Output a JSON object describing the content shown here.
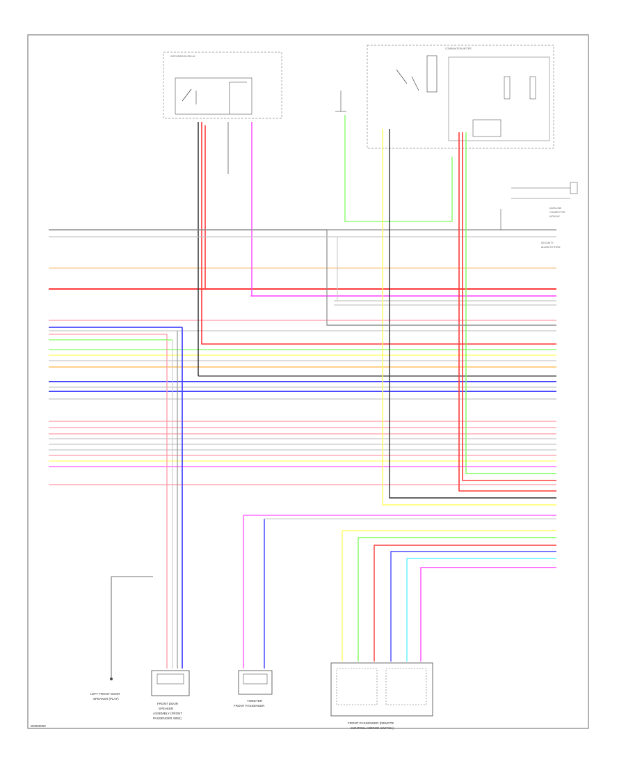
{
  "diagram": {
    "footer_code": "W0000000",
    "components": {
      "bottom_left_caption": [
        "LEFT FRONT DOOR",
        "SPEAKER (PLAY)"
      ],
      "speaker_assembly_caption": [
        "FRONT DOOR",
        "SPEAKER",
        "ASSEMBLY (FRONT",
        "PASSENGER SIDE)"
      ],
      "tweeter_caption": [
        "TWEETER",
        "FRONT PASSENGER"
      ],
      "bottom_module_caption": [
        "FRONT PASSENGER (REMOTE",
        "CONTROL MIRROR SWITCH)"
      ],
      "top_left_box_caption": "INTEGRATION RELAY",
      "top_right_box_caption": "COMBINATION METER",
      "right_side_caption": [
        "DATA LINK",
        "CONNECTOR",
        "MODULE"
      ],
      "right_side_caption2": [
        "SECURITY",
        "ALARM SYSTEM"
      ]
    }
  },
  "colors": {
    "red": "#ff3b3b",
    "pink": "#ff9aa8",
    "magenta": "#ff4dff",
    "yellow": "#ffff66",
    "green": "#7dff5a",
    "blue": "#4a4aff",
    "cyan": "#5ef2ff",
    "orange": "#ffb347",
    "peach": "#f5c58a",
    "gray": "#8a8a8a",
    "black": "#333333",
    "lightgray": "#c8c8c8"
  }
}
